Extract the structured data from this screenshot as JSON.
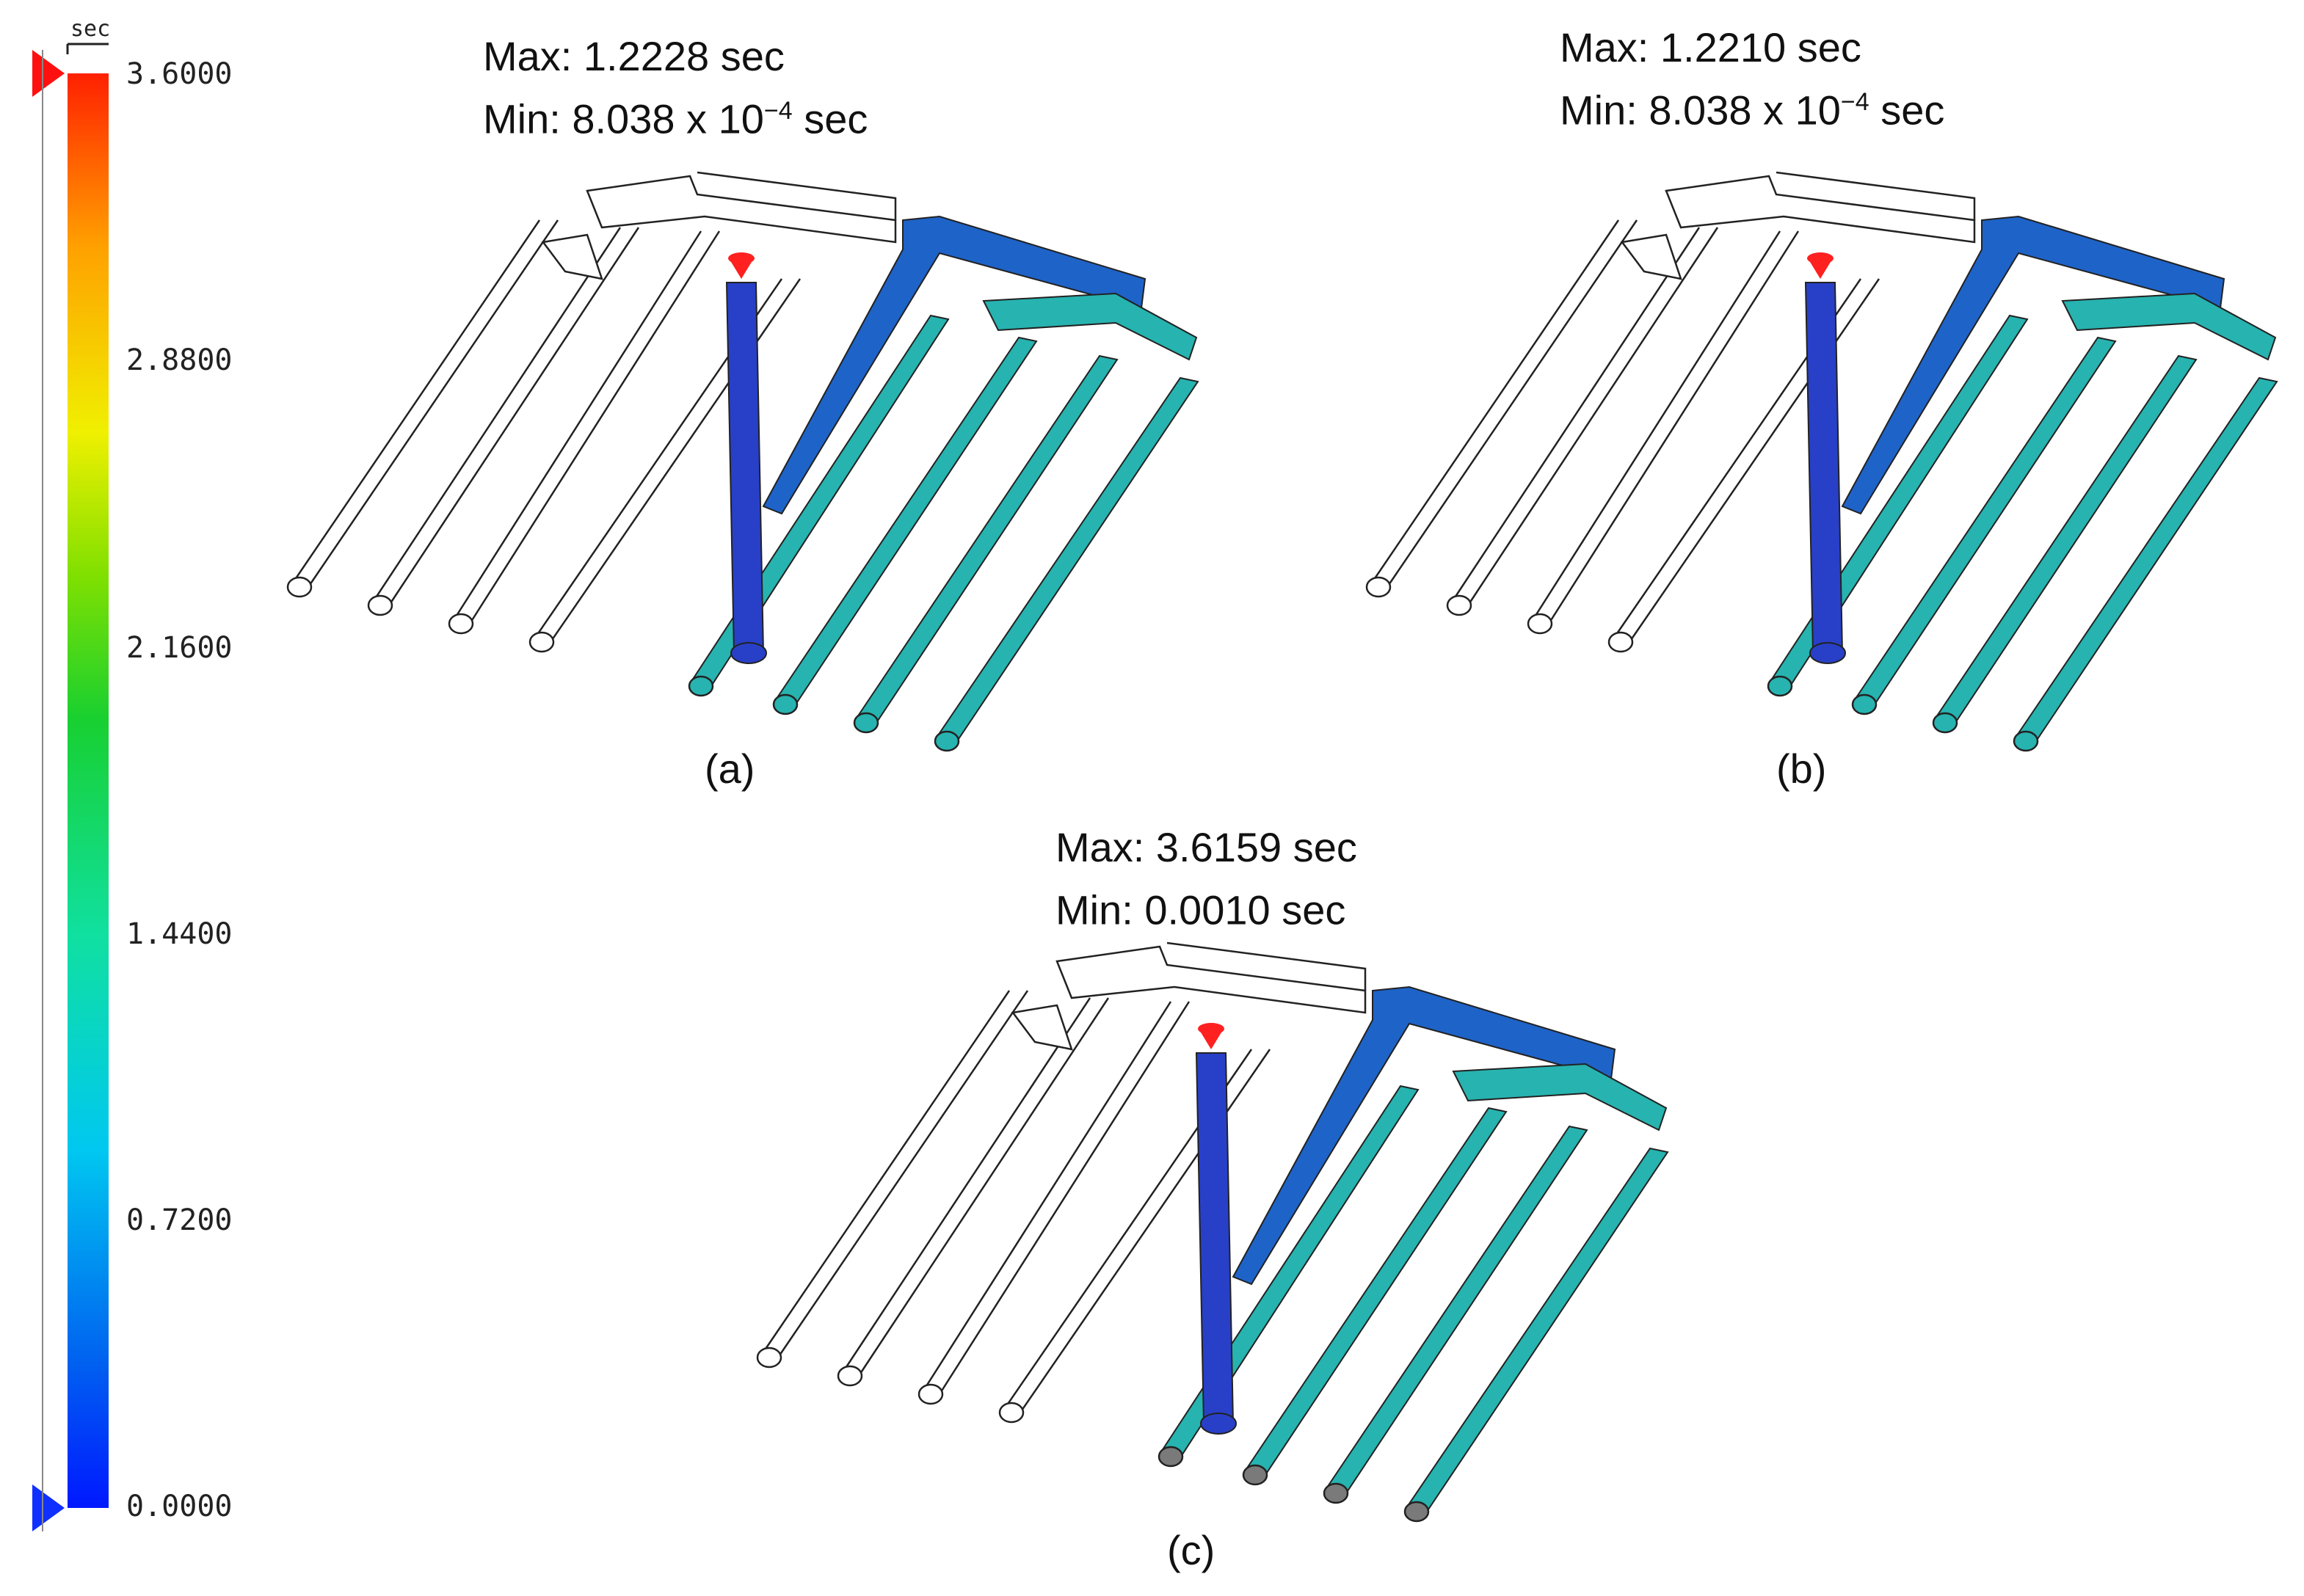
{
  "legend": {
    "unit": "sec",
    "ticks": [
      "3.6000",
      "2.8800",
      "2.1600",
      "1.4400",
      "0.7200",
      "0.0000"
    ],
    "min": 0.0,
    "max": 3.6
  },
  "panels": [
    {
      "id": "a",
      "label": "(a)",
      "max_text": "Max: 1.2228 sec",
      "min_prefix": "Min: 8.038 x 10",
      "min_exp": "−4",
      "min_suffix": " sec",
      "runner_color": "#1e63c8",
      "part_color": "#27b3b0",
      "tip_color": ""
    },
    {
      "id": "b",
      "label": "(b)",
      "max_text": "Max: 1.2210 sec",
      "min_prefix": "Min: 8.038 x 10",
      "min_exp": "−4",
      "min_suffix": " sec",
      "runner_color": "#1e63c8",
      "part_color": "#27b3b0",
      "tip_color": ""
    },
    {
      "id": "c",
      "label": "(c)",
      "max_text": "Max: 3.6159 sec",
      "min_prefix": "Min: 0.0010 sec",
      "min_exp": "",
      "min_suffix": "",
      "runner_color": "#1e63c8",
      "part_color": "#27b3b0",
      "tip_color": "#7a7a7a"
    }
  ],
  "colors": {
    "sprue": "#2840c8",
    "gate_marker": "#ff2020",
    "outline": "#222222"
  }
}
